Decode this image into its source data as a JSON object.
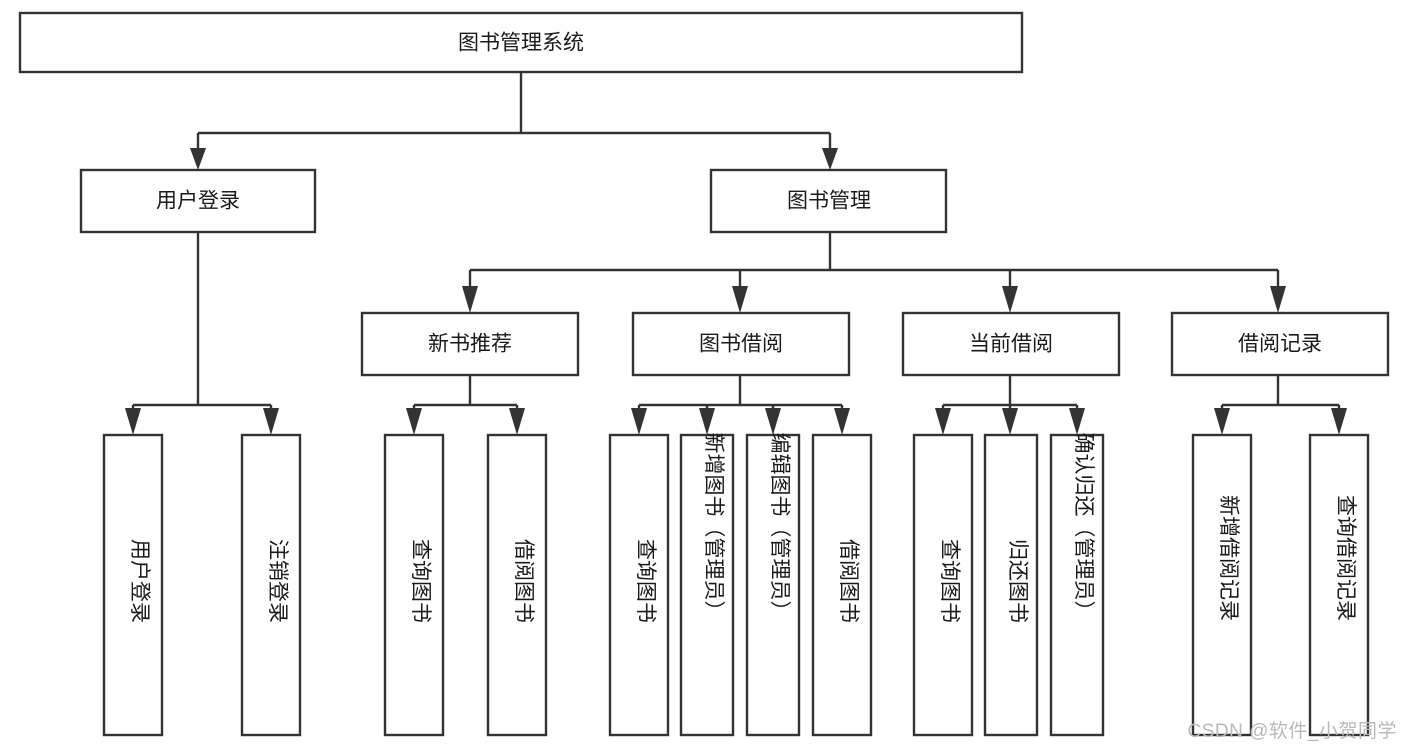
{
  "diagram": {
    "type": "tree-hierarchy",
    "title": "图书管理系统",
    "orientation": "top-down",
    "watermark": "CSDN @软件_小贺同学",
    "colors": {
      "box_fill": "#ffffff",
      "box_stroke": "#333333",
      "text": "#1a1a1a",
      "watermark": "#b9b9b9",
      "background": "#ffffff"
    },
    "root": {
      "label": "图书管理系统",
      "level": 0
    },
    "level1": [
      {
        "label": "用户登录"
      },
      {
        "label": "图书管理"
      }
    ],
    "level2": [
      {
        "label": "新书推荐",
        "parent": "图书管理"
      },
      {
        "label": "图书借阅",
        "parent": "图书管理"
      },
      {
        "label": "当前借阅",
        "parent": "图书管理"
      },
      {
        "label": "借阅记录",
        "parent": "图书管理"
      }
    ],
    "leaves": {
      "用户登录": [
        {
          "label": "用户登录"
        },
        {
          "label": "注销登录"
        }
      ],
      "新书推荐": [
        {
          "label": "查询图书"
        },
        {
          "label": "借阅图书"
        }
      ],
      "图书借阅": [
        {
          "label": "查询图书"
        },
        {
          "label": "新增图书（管理员）"
        },
        {
          "label": "编辑图书（管理员）"
        },
        {
          "label": "借阅图书"
        }
      ],
      "当前借阅": [
        {
          "label": "查询图书"
        },
        {
          "label": "归还图书"
        },
        {
          "label": "确认归还（管理员）"
        }
      ],
      "借阅记录": [
        {
          "label": "新增借阅记录"
        },
        {
          "label": "查询借阅记录"
        }
      ]
    },
    "flat_nodes": [
      {
        "id": "root",
        "label": "图书管理系统"
      },
      {
        "id": "n1",
        "label": "用户登录"
      },
      {
        "id": "n2",
        "label": "图书管理"
      },
      {
        "id": "n3",
        "label": "新书推荐"
      },
      {
        "id": "n4",
        "label": "图书借阅"
      },
      {
        "id": "n5",
        "label": "当前借阅"
      },
      {
        "id": "n6",
        "label": "借阅记录"
      },
      {
        "id": "l1",
        "label": "用户登录"
      },
      {
        "id": "l2",
        "label": "注销登录"
      },
      {
        "id": "l3",
        "label": "查询图书"
      },
      {
        "id": "l4",
        "label": "借阅图书"
      },
      {
        "id": "l5",
        "label": "查询图书"
      },
      {
        "id": "l6",
        "label": "新增图书（管理员）"
      },
      {
        "id": "l7",
        "label": "编辑图书（管理员）"
      },
      {
        "id": "l8",
        "label": "借阅图书"
      },
      {
        "id": "l9",
        "label": "查询图书"
      },
      {
        "id": "l10",
        "label": "归还图书"
      },
      {
        "id": "l11",
        "label": "确认归还（管理员）"
      },
      {
        "id": "l12",
        "label": "新增借阅记录"
      },
      {
        "id": "l13",
        "label": "查询借阅记录"
      }
    ]
  }
}
